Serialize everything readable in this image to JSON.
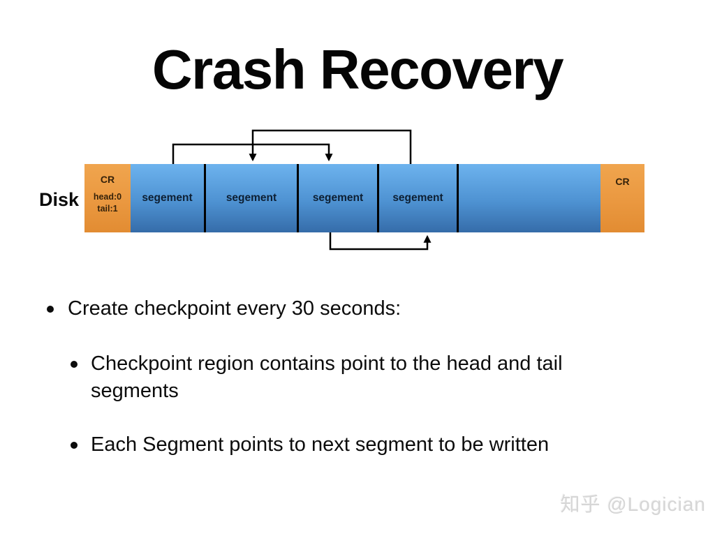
{
  "slide": {
    "title": "Crash Recovery",
    "watermark": "知乎 @Logician"
  },
  "diagram": {
    "disk_label": "Disk",
    "checkpoint_region_left": {
      "label": "CR",
      "head": "head:0",
      "tail": "tail:1"
    },
    "checkpoint_region_right": {
      "label": "CR"
    },
    "segments": [
      "segement",
      "segement",
      "segement",
      "segement"
    ],
    "arrows": [
      {
        "from": "segment-1",
        "to": "segment-3",
        "position": "top"
      },
      {
        "from": "segment-4",
        "to": "segment-2",
        "position": "top"
      },
      {
        "from": "segment-3",
        "to": "segment-4",
        "position": "bottom"
      }
    ],
    "colors": {
      "segment_blue_top": "#6db3ee",
      "segment_blue_bottom": "#356ca9",
      "checkpoint_orange": "#ea9840",
      "separator": "#000000",
      "arrow": "#000000",
      "segment_text": "#0d1f33"
    }
  },
  "bullets": {
    "main": "Create checkpoint every 30 seconds:",
    "sub": [
      "Checkpoint region contains point to the head and tail segments",
      "Each Segment points to next segment to be written"
    ]
  }
}
